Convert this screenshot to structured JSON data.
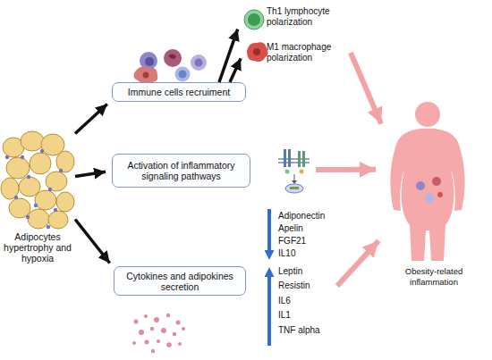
{
  "diagram": {
    "nodes": [
      {
        "text": [
          "Adipocytes hypertrophy and hypoxia"
        ]
      },
      {
        "text": [
          "Immune cells recruiment"
        ]
      },
      {
        "text": [
          "Activation of inflammatory signaling pathways"
        ]
      },
      {
        "text": [
          "Cytokines and adipokines secretion"
        ]
      },
      {
        "text": [
          "Th1 lymphocyte polarization"
        ]
      },
      {
        "text": [
          "M1 macrophage polarization"
        ]
      },
      {
        "text": [
          "Obesity-related inflammation"
        ]
      }
    ],
    "edges": [
      {
        "from": 0,
        "to": 1,
        "arrow": "to"
      },
      {
        "from": 0,
        "to": 2,
        "arrow": "to"
      },
      {
        "from": 0,
        "to": 3,
        "arrow": "to"
      },
      {
        "from": 1,
        "to": 4,
        "arrow": "to"
      },
      {
        "from": 1,
        "to": 5,
        "arrow": "to"
      },
      {
        "from": 5,
        "to": 6,
        "arrow": "to"
      },
      {
        "from": 2,
        "to": 6,
        "arrow": "to"
      },
      {
        "from": 3,
        "to": 6,
        "arrow": "to"
      }
    ],
    "labels": [
      "Adiponectin",
      "Apelin",
      "FGF21",
      "IL10",
      "Leptin",
      "Resistin",
      "IL6",
      "IL1",
      "TNF alpha"
    ]
  }
}
